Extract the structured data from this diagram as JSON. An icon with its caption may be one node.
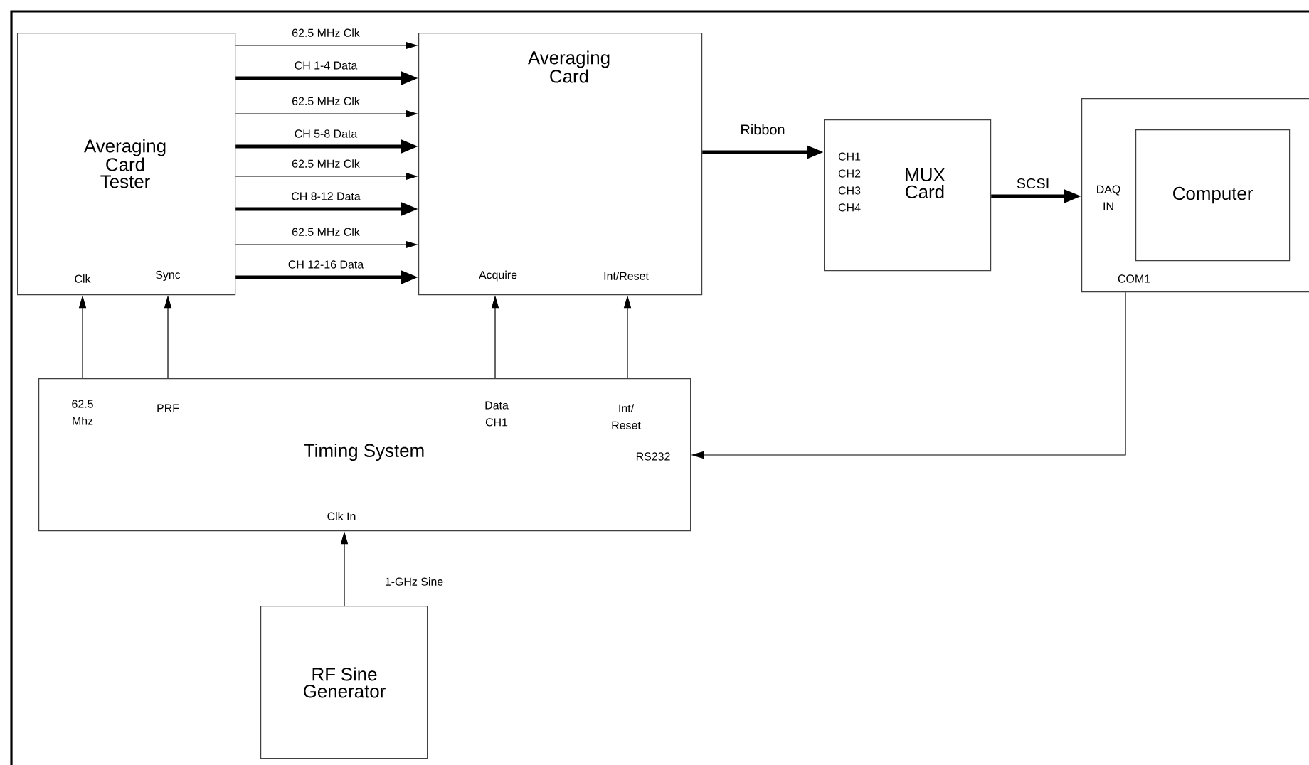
{
  "diagram": {
    "nodes": [
      {
        "text": [
          "Averaging Card Tester",
          "Clk",
          "Sync"
        ]
      },
      {
        "text": [
          "Averaging Card",
          "Acquire",
          "Int/Reset"
        ]
      },
      {
        "text": [
          "CH1 CH2 CH3 CH4",
          "MUX Card"
        ]
      },
      {
        "text": [
          "DAQ IN",
          "COM1"
        ]
      },
      {
        "text": [
          "Computer"
        ],
        "in": 3
      },
      {
        "text": [
          "62.5 Mhz",
          "PRF",
          "Data CH1",
          "Int/ Reset",
          "Timing System",
          "RS232",
          "Clk In"
        ]
      },
      {
        "text": [
          "RF Sine Generator"
        ]
      }
    ],
    "edges": [
      {
        "from": 0,
        "to": 1,
        "arrow": "to",
        "label": "62.5 MHz Clk"
      },
      {
        "from": 0,
        "to": 1,
        "arrow": "to",
        "label": "CH 1-4 Data",
        "style": "thick"
      },
      {
        "from": 0,
        "to": 1,
        "arrow": "to",
        "label": "62.5 MHz Clk"
      },
      {
        "from": 0,
        "to": 1,
        "arrow": "to",
        "label": "CH 5-8 Data",
        "style": "thick"
      },
      {
        "from": 0,
        "to": 1,
        "arrow": "to",
        "label": "62.5 MHz Clk"
      },
      {
        "from": 0,
        "to": 1,
        "arrow": "to",
        "label": "CH 8-12 Data",
        "style": "thick"
      },
      {
        "from": 0,
        "to": 1,
        "arrow": "to",
        "label": "62.5 MHz Clk"
      },
      {
        "from": 0,
        "to": 1,
        "arrow": "to",
        "label": "CH 12-16 Data",
        "style": "thick"
      },
      {
        "from": 1,
        "to": 2,
        "arrow": "to",
        "label": "Ribbon",
        "style": "thick"
      },
      {
        "from": 2,
        "to": 3,
        "arrow": "to",
        "label": "SCSI",
        "style": "thick"
      },
      {
        "from": 5,
        "to": 0,
        "arrow": "to"
      },
      {
        "from": 5,
        "to": 0,
        "arrow": "to"
      },
      {
        "from": 5,
        "to": 1,
        "arrow": "to"
      },
      {
        "from": 5,
        "to": 1,
        "arrow": "to"
      },
      {
        "from": 3,
        "to": 5,
        "arrow": "to"
      },
      {
        "from": 6,
        "to": 5,
        "arrow": "to",
        "label": "1-GHz Sine"
      }
    ]
  }
}
